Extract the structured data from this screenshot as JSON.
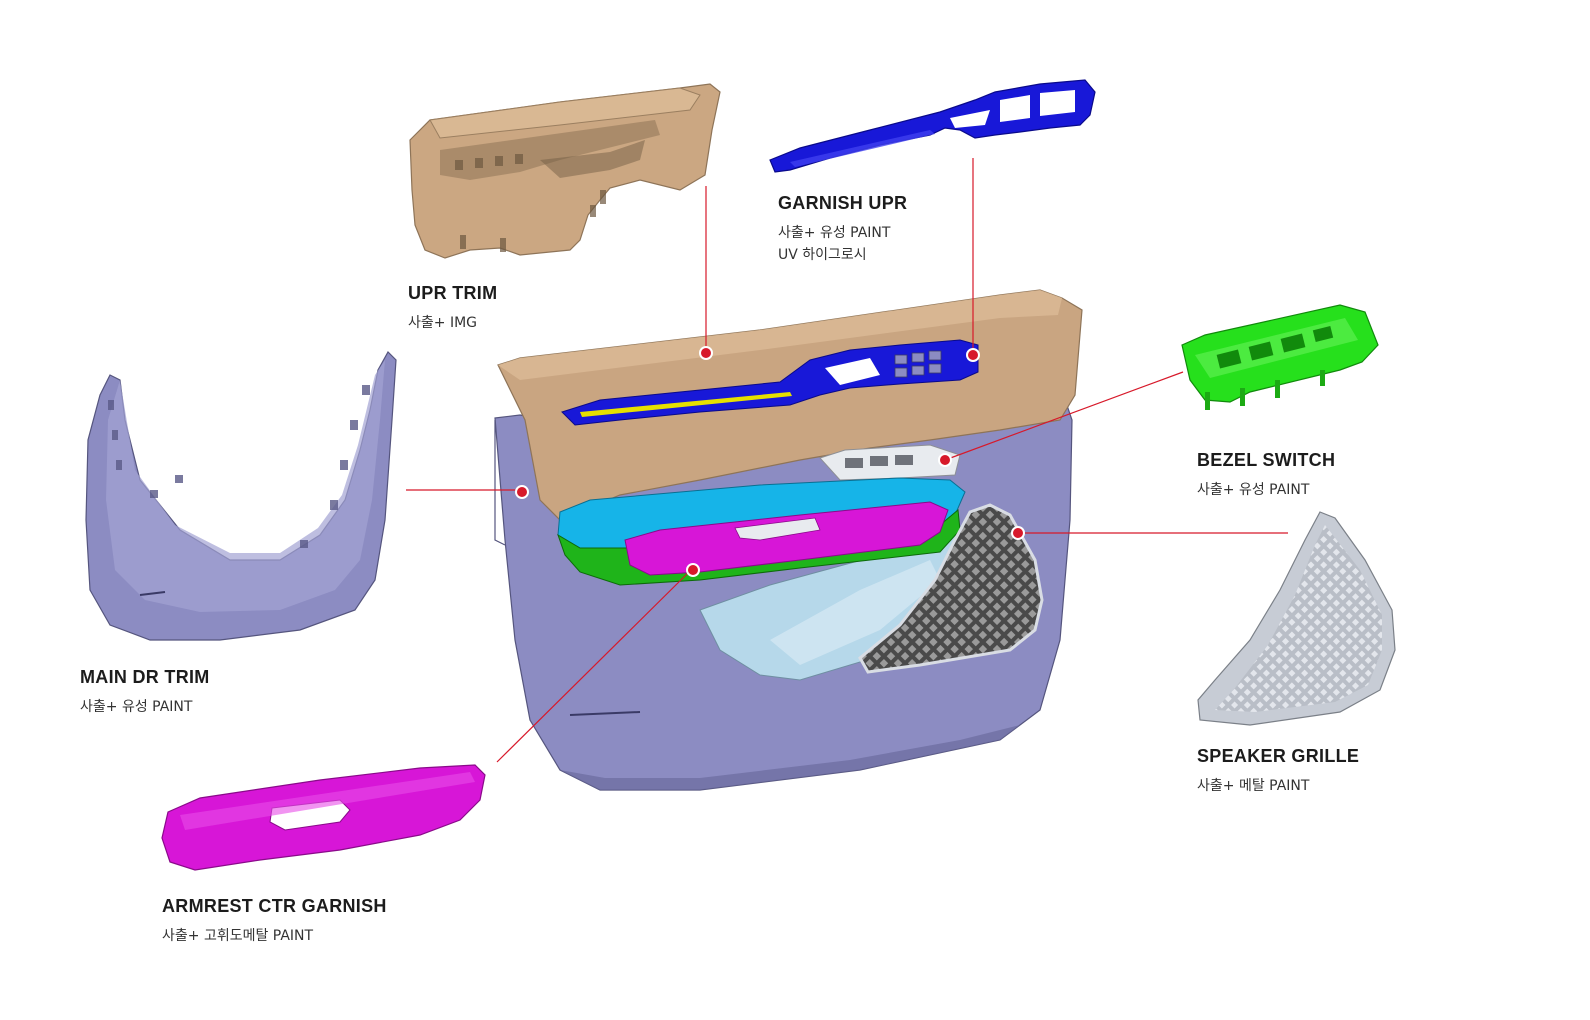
{
  "colors": {
    "leader_line": "#d7192a",
    "marker_dot": "#d7192a",
    "main_door": "#8e8ec4",
    "upper_trim": "#c9a581",
    "garnish_upr": "#1414d6",
    "bezel_switch": "#22e01a",
    "armrest_cap": "#16b4e8",
    "armrest_garnish": "#d714d7",
    "speaker_grille": "#cfd4dc"
  },
  "parts": [
    {
      "id": "upr_trim",
      "title": "UPR TRIM",
      "lines": [
        "사출+ IMG"
      ]
    },
    {
      "id": "garnish_upr",
      "title": "GARNISH UPR",
      "lines": [
        "사출+ 유성 PAINT",
        "UV 하이그로시"
      ]
    },
    {
      "id": "bezel_switch",
      "title": "BEZEL SWITCH",
      "lines": [
        "사출+ 유성 PAINT"
      ]
    },
    {
      "id": "main_dr_trim",
      "title": "MAIN DR TRIM",
      "lines": [
        "사출+ 유성 PAINT"
      ]
    },
    {
      "id": "speaker_grille",
      "title": "SPEAKER GRILLE",
      "lines": [
        "사출+ 메탈 PAINT"
      ]
    },
    {
      "id": "armrest_ctr_garnish",
      "title": "ARMREST CTR GARNISH",
      "lines": [
        "사출+ 고휘도메탈 PAINT"
      ]
    }
  ]
}
